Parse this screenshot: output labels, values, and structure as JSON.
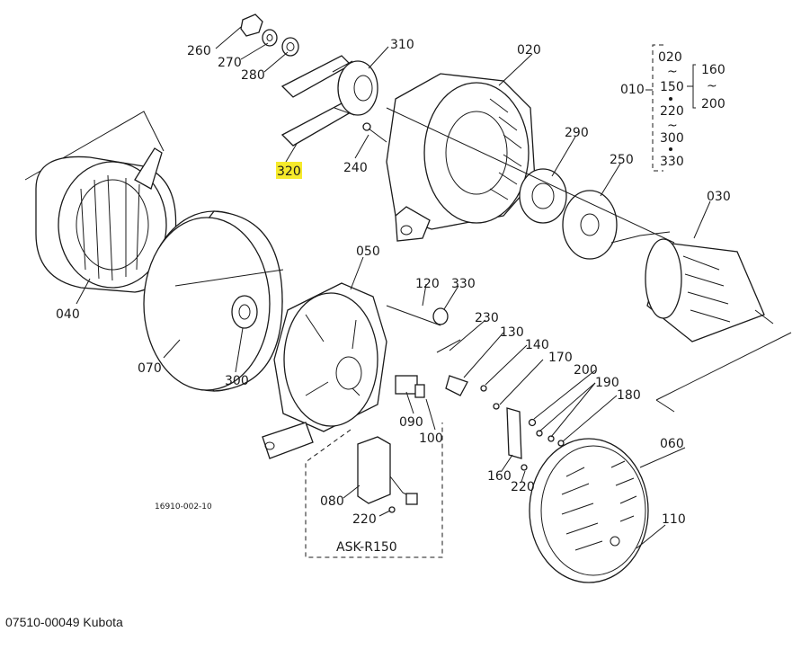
{
  "labels": {
    "p010": "010",
    "p020": "020",
    "p030": "030",
    "p040": "040",
    "p050": "050",
    "p060": "060",
    "p070": "070",
    "p080": "080",
    "p090": "090",
    "p100": "100",
    "p110": "110",
    "p120": "120",
    "p130": "130",
    "p140": "140",
    "p160": "160",
    "p170": "170",
    "p180": "180",
    "p190": "190",
    "p200": "200",
    "p220a": "220",
    "p220b": "220",
    "p230": "230",
    "p240": "240",
    "p250": "250",
    "p260": "260",
    "p270": "270",
    "p280": "280",
    "p290": "290",
    "p300": "300",
    "p310": "310",
    "p320": "320",
    "p330": "330"
  },
  "kit_group": {
    "main": "010",
    "items": [
      "020",
      "150",
      "220",
      "300",
      "330"
    ],
    "sub_items": [
      "160",
      "200"
    ]
  },
  "drawing_code": "16910-002-10",
  "assembly_label": "ASK-R150",
  "highlighted_part": "320",
  "highlight_color": "#f6ea2b",
  "caption": "07510-00049 Kubota"
}
